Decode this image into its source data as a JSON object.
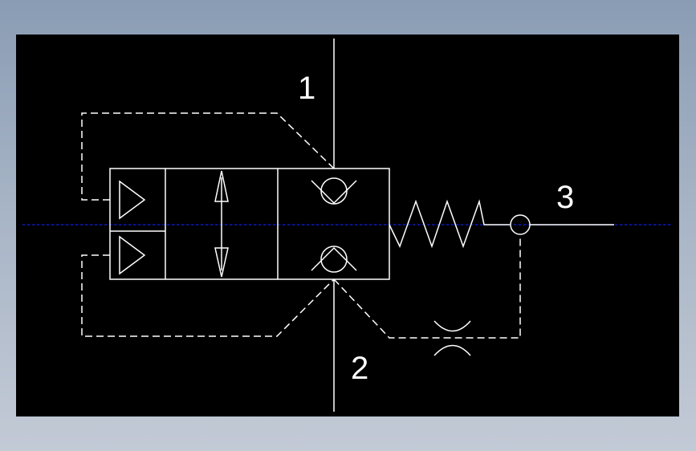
{
  "diagram": {
    "port_labels": {
      "port_1": "1",
      "port_2": "2",
      "port_3": "3"
    },
    "colors": {
      "canvas": "#000000",
      "stroke": "#ffffff",
      "center_line": "#0a24d8",
      "frame_top": "#8a9cb4",
      "frame_bottom": "#c3cad6"
    }
  }
}
